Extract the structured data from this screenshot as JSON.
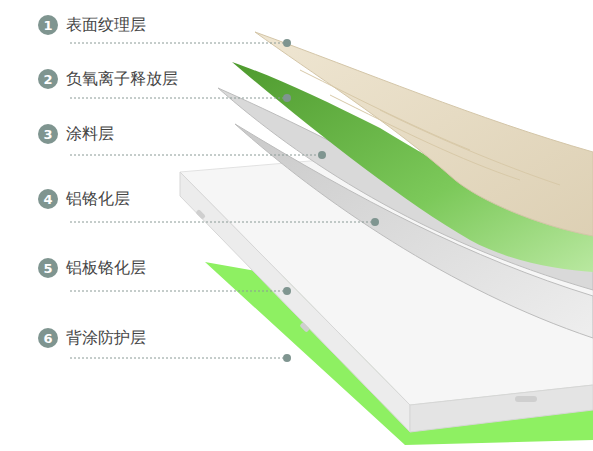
{
  "diagram": {
    "nodes": [
      {
        "text": [
          "1",
          "表面纹理层"
        ]
      },
      {
        "text": [
          "2",
          "负氧离子释放层"
        ]
      },
      {
        "text": [
          "3",
          "涂料层"
        ]
      },
      {
        "text": [
          "4",
          "铝铬化层"
        ]
      },
      {
        "text": [
          "5",
          "铝板铬化层"
        ]
      },
      {
        "text": [
          "6",
          "背涂防护层"
        ]
      }
    ],
    "edges": []
  }
}
